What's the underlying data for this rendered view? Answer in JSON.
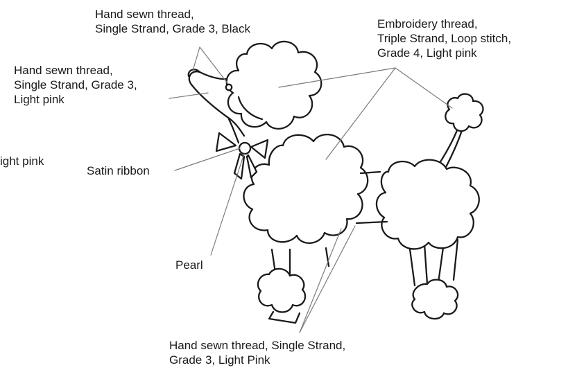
{
  "labels": {
    "black_thread": {
      "line1": "Hand sewn thread,",
      "line2": "Single Strand, Grade 3, Black"
    },
    "nose_thread": {
      "line1": "Hand sewn thread,",
      "line2": "Single Strand, Grade 3,",
      "line3": "Light pink"
    },
    "embroidery_thread": {
      "line1": "Embroidery thread,",
      "line2": "Triple Strand, Loop stitch,",
      "line3": "Grade 4, Light pink"
    },
    "cut_off": "ight pink",
    "satin_ribbon": "Satin ribbon",
    "pearl": "Pearl",
    "body_thread": {
      "line1": "Hand sewn thread, Single Strand,",
      "line2": "Grade 3, Light Pink"
    }
  },
  "colors": {
    "outline": "#1a1a1a",
    "leader_line": "#7a7a7a",
    "background": "#ffffff"
  }
}
